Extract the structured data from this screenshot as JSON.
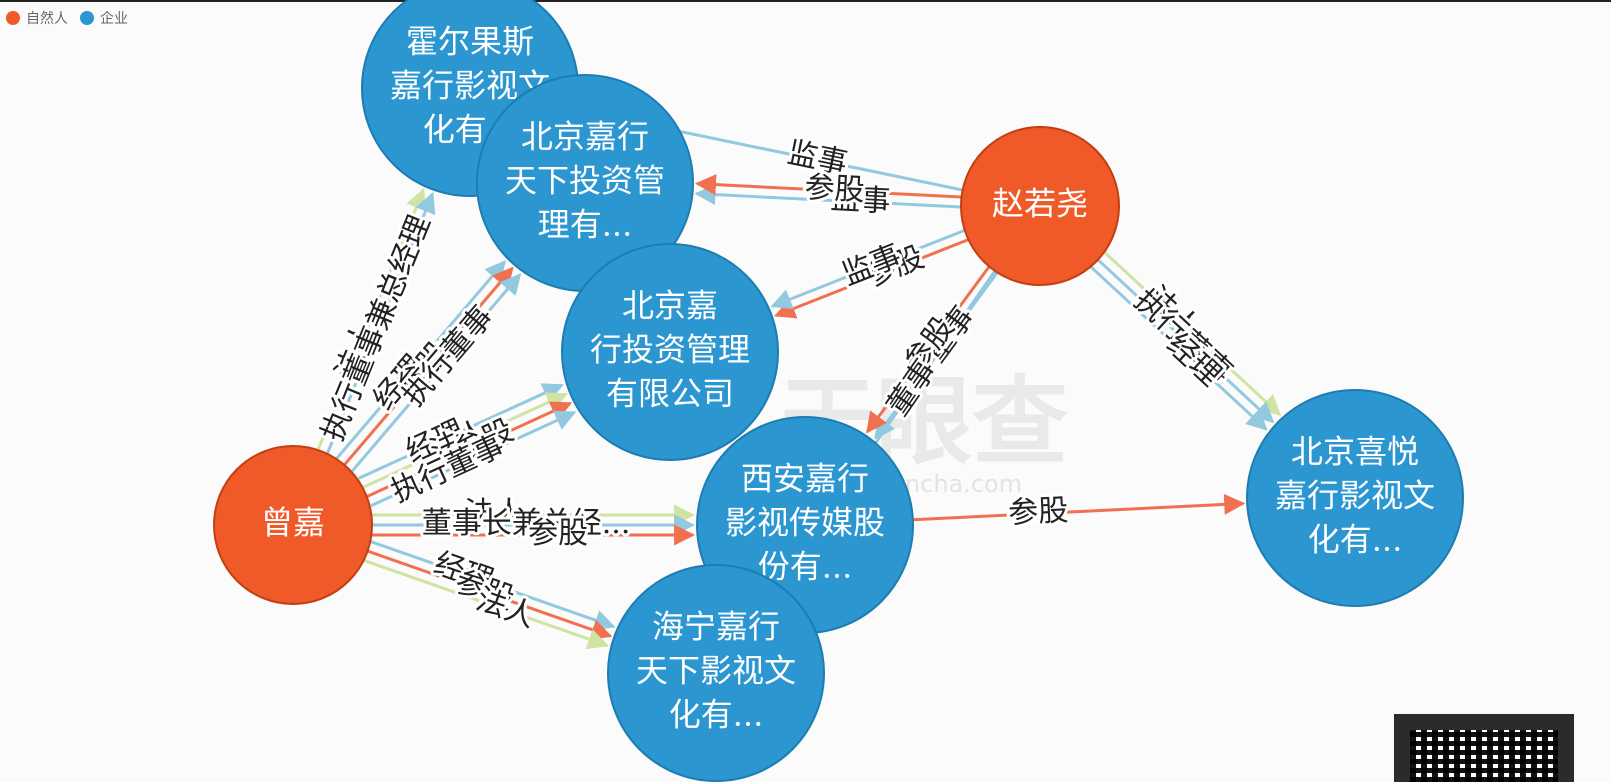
{
  "legend": [
    {
      "label": "自然人",
      "color": "#f05a28"
    },
    {
      "label": "企业",
      "color": "#2b96d0"
    }
  ],
  "watermark": {
    "logo_text": "天眼查",
    "url_text": "tianyancha.com"
  },
  "colors": {
    "person": "#f05a28",
    "company": "#2b96d0",
    "edge_legal": "#cfe3a2",
    "edge_role": "#93c9de",
    "edge_share": "#f07050"
  },
  "nodes": [
    {
      "id": "huoerguosi",
      "type": "company",
      "lines": [
        "霍尔果斯",
        "嘉行影视文",
        "化有..."
      ]
    },
    {
      "id": "bjjxtx",
      "type": "company",
      "lines": [
        "北京嘉行",
        "天下投资管",
        "理有..."
      ]
    },
    {
      "id": "bjjx",
      "type": "company",
      "lines": [
        "北京嘉",
        "行投资管理",
        "有限公司"
      ]
    },
    {
      "id": "zhaoruoyao",
      "type": "person",
      "lines": [
        "赵若尧"
      ]
    },
    {
      "id": "xajx",
      "type": "company",
      "lines": [
        "西安嘉行",
        "影视传媒股",
        "份有..."
      ]
    },
    {
      "id": "bjxy",
      "type": "company",
      "lines": [
        "北京喜悦",
        "嘉行影视文",
        "化有..."
      ]
    },
    {
      "id": "zengjia",
      "type": "person",
      "lines": [
        "曾嘉"
      ]
    },
    {
      "id": "hnjx",
      "type": "company",
      "lines": [
        "海宁嘉行",
        "天下影视文",
        "化有..."
      ]
    }
  ],
  "edges": [
    {
      "from": "zengjia",
      "to": "huoerguosi",
      "kind": "legal",
      "label": "法人"
    },
    {
      "from": "zengjia",
      "to": "huoerguosi",
      "kind": "role",
      "label": "执行董事兼总经理"
    },
    {
      "from": "zengjia",
      "to": "bjjxtx",
      "kind": "role",
      "label": "经理"
    },
    {
      "from": "zengjia",
      "to": "bjjxtx",
      "kind": "share",
      "label": "参股"
    },
    {
      "from": "zengjia",
      "to": "bjjxtx",
      "kind": "role",
      "label": "执行董事"
    },
    {
      "from": "zengjia",
      "to": "bjjx",
      "kind": "role",
      "label": "经理"
    },
    {
      "from": "zengjia",
      "to": "bjjx",
      "kind": "legal",
      "label": "法人"
    },
    {
      "from": "zengjia",
      "to": "bjjx",
      "kind": "share",
      "label": "参股"
    },
    {
      "from": "zengjia",
      "to": "bjjx",
      "kind": "role",
      "label": "执行董事"
    },
    {
      "from": "zengjia",
      "to": "xajx",
      "kind": "legal",
      "label": "法人"
    },
    {
      "from": "zengjia",
      "to": "xajx",
      "kind": "role",
      "label": "董事长兼总经..."
    },
    {
      "from": "zengjia",
      "to": "xajx",
      "kind": "share",
      "label": "参股"
    },
    {
      "from": "zengjia",
      "to": "hnjx",
      "kind": "role",
      "label": "经理"
    },
    {
      "from": "zengjia",
      "to": "hnjx",
      "kind": "share",
      "label": "参股"
    },
    {
      "from": "zengjia",
      "to": "hnjx",
      "kind": "legal",
      "label": "法人"
    },
    {
      "from": "zhaoruoyao",
      "to": "huoerguosi",
      "kind": "role",
      "label": "监事"
    },
    {
      "from": "zhaoruoyao",
      "to": "bjjxtx",
      "kind": "role",
      "label": "监事"
    },
    {
      "from": "zhaoruoyao",
      "to": "bjjxtx",
      "kind": "share",
      "label": "参股"
    },
    {
      "from": "zhaoruoyao",
      "to": "bjjx",
      "kind": "share",
      "label": "参股"
    },
    {
      "from": "zhaoruoyao",
      "to": "bjjx",
      "kind": "role",
      "label": "监事"
    },
    {
      "from": "zhaoruoyao",
      "to": "xajx",
      "kind": "role",
      "label": "董事"
    },
    {
      "from": "zhaoruoyao",
      "to": "xajx",
      "kind": "share",
      "label": "参股"
    },
    {
      "from": "zhaoruoyao",
      "to": "hnjx",
      "kind": "role",
      "label": "董事"
    },
    {
      "from": "zhaoruoyao",
      "to": "bjxy",
      "kind": "legal",
      "label": "法人"
    },
    {
      "from": "zhaoruoyao",
      "to": "bjxy",
      "kind": "role",
      "label": "执行董事"
    },
    {
      "from": "zhaoruoyao",
      "to": "bjxy",
      "kind": "role",
      "label": "经理"
    },
    {
      "from": "xajx",
      "to": "bjxy",
      "kind": "share",
      "label": "参股"
    }
  ]
}
